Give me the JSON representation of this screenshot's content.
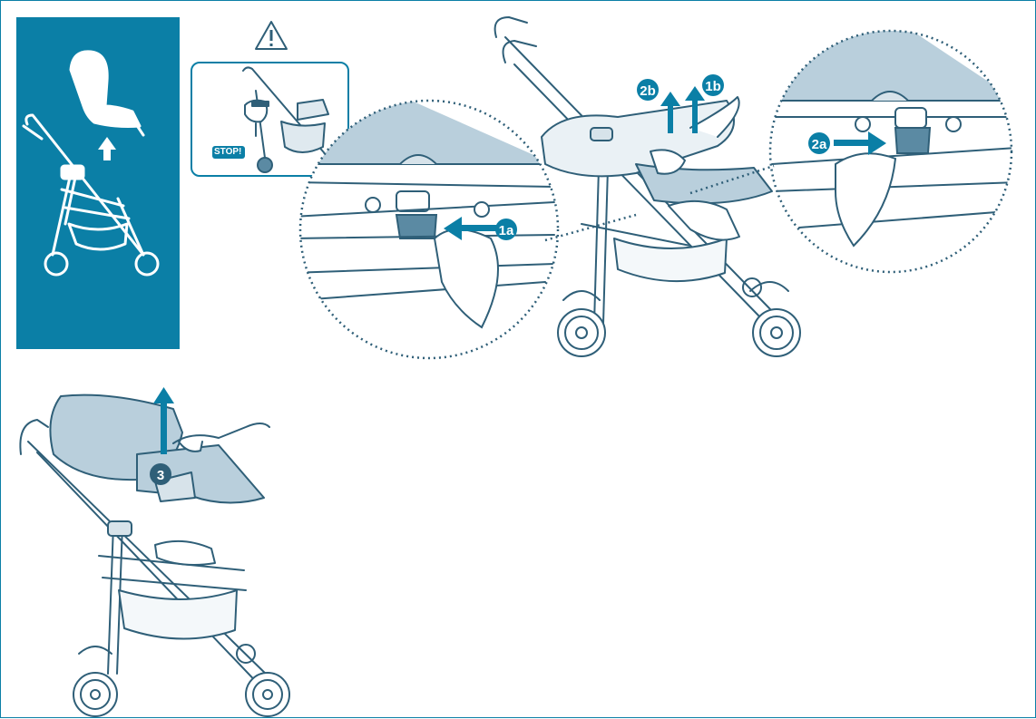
{
  "colors": {
    "primary": "#0b7fa6",
    "light_fill": "#b9cfdc",
    "dark_fill": "#5b8aa3",
    "line": "#2f5f78",
    "white": "#ffffff"
  },
  "icons": [
    "warning-triangle-icon",
    "arrow-up-icon",
    "arrow-left-icon",
    "arrow-right-icon"
  ],
  "warning": {
    "stop_label": "STOP!"
  },
  "steps": {
    "s1a": "1a",
    "s1b": "1b",
    "s2a": "2a",
    "s2b": "2b",
    "s3": "3"
  }
}
